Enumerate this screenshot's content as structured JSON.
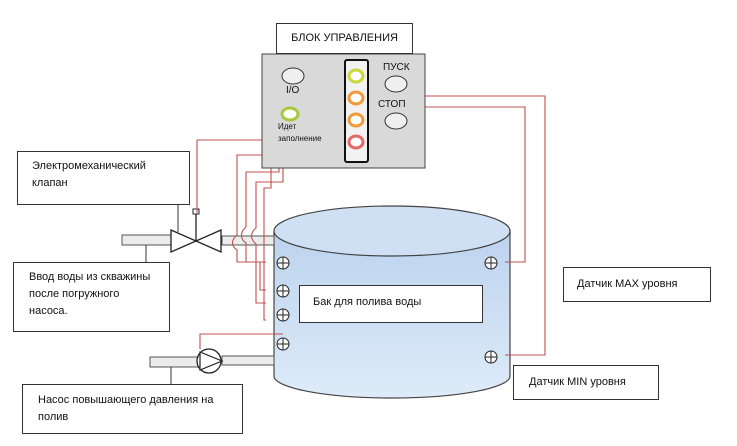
{
  "control_unit": {
    "title": "БЛОК УПРАВЛЕНИЯ",
    "power_label": "I/O",
    "filling_label": "Идет заполнение",
    "start_label": "ПУСК",
    "stop_label": "СТОП",
    "indicator_colors": [
      "#c8d83a",
      "#f29a3c",
      "#f29a3c",
      "#e36a6a"
    ]
  },
  "valve_label": "Электромеханический клапан",
  "water_input_label": "Ввод воды из скважины после погружного насоса.",
  "pump_label": "Насос повышающего давления на полив",
  "tank_label": "Бак для полива воды",
  "sensor_max_label": "Датчик MAX  уровня",
  "sensor_min_label": "Датчик MIN   уровня",
  "colors": {
    "wire": "#c0504d",
    "tank_top": "#c5daf0",
    "tank_bottom": "#dae8f8",
    "panel": "#d9d9d9"
  }
}
